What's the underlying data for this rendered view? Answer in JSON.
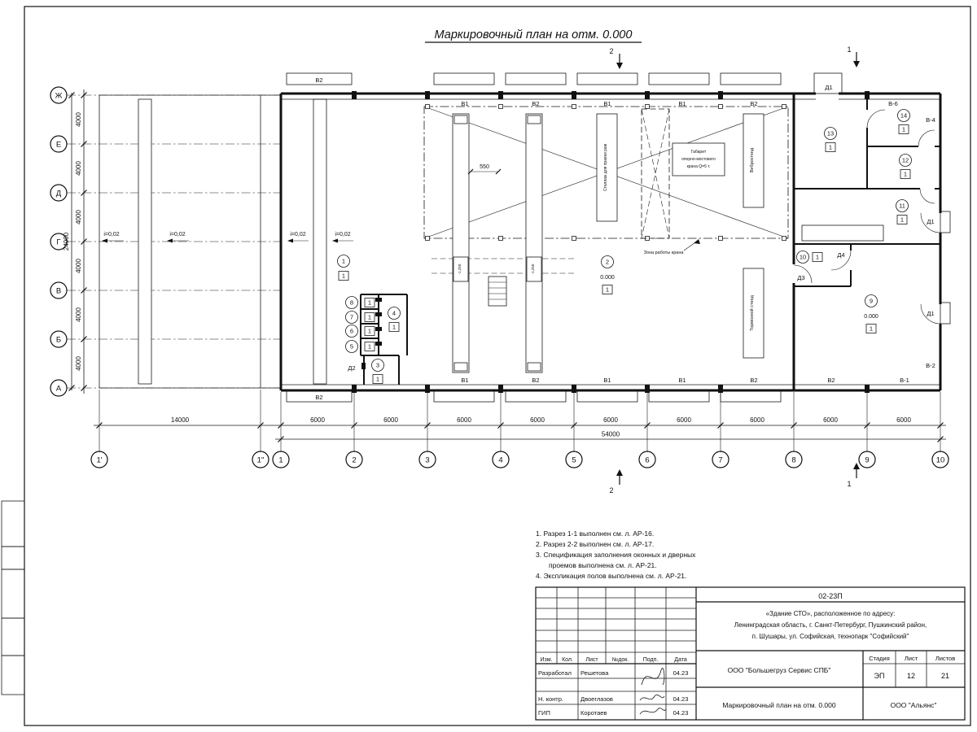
{
  "sheet": {
    "title": "Маркировочный план на отм. 0.000"
  },
  "axes": {
    "rows": [
      "Ж",
      "Е",
      "Д",
      "Г",
      "В",
      "Б",
      "А"
    ],
    "cols": [
      "1'",
      "1\"",
      "1",
      "2",
      "3",
      "4",
      "5",
      "6",
      "7",
      "8",
      "9",
      "10"
    ]
  },
  "dims": {
    "seg_v": "4000",
    "total_v": "24000",
    "seg_h1": "14000",
    "seg_h": "6000",
    "total_h": "54000",
    "pit": "550"
  },
  "slope_label": "i=0,02",
  "pit_depth": "-1,250",
  "elevation": "0.000",
  "floor_mark": "1",
  "rooms": [
    "1",
    "2",
    "3",
    "4",
    "5",
    "6",
    "7",
    "8",
    "9",
    "10",
    "11",
    "12",
    "13",
    "14"
  ],
  "openings": {
    "top": [
      "В1",
      "В2",
      "В1",
      "В1",
      "В2"
    ],
    "bottom": [
      "В1",
      "В2",
      "В1",
      "В1",
      "В2"
    ],
    "gate_left_top": "В2",
    "gate_left_bottom": "В2",
    "gate_right_bottom": "В2",
    "v1": "В-1",
    "v2": "В-2",
    "v4": "В-4",
    "v6": "В-6"
  },
  "doors": {
    "d1": "Д1",
    "d2": "Д2",
    "d3": "Д3",
    "d4": "Д4"
  },
  "equipment": {
    "rack": "Стеллаж для правки рам",
    "vibro": "Вибростенд",
    "brake": "Тормозной стенд",
    "crane_zone": "Зона работы крана",
    "crane_box": [
      "Габарит",
      "опорно-мостового",
      "крана Q=5 т."
    ]
  },
  "sections": {
    "s1": "1",
    "s2": "2"
  },
  "notes": [
    "1. Разрез 1-1 выполнен см. л. АР-16.",
    "2. Разрез 2-2 выполнен см. л. АР-17.",
    "3. Спецификация заполнения оконных и дверных",
    "проемов выполнена см. л. АР-21.",
    "4. Экспликация полов выполнена см. л. АР-21."
  ],
  "titleblock": {
    "code": "02-23П",
    "project": [
      "«Здание СТО», расположенное по адресу:",
      "Ленинградская область, г. Санкт-Петербург, Пушкинский район,",
      "п. Шушары, ул. Софийская, технопарк \"Софийский\""
    ],
    "columns": [
      "Изм.",
      "Кол.",
      "Лист",
      "№док.",
      "Подп.",
      "Дата"
    ],
    "signers": [
      {
        "role": "Разработал",
        "name": "Решетова",
        "date": "04.23"
      },
      {
        "role": "Н. контр.",
        "name": "Двоеглазов",
        "date": "04.23"
      },
      {
        "role": "ГИП",
        "name": "Коротаев",
        "date": "04.23"
      }
    ],
    "contractor": "ООО \"Большегруз Сервис СПБ\"",
    "stage_label": "Стадия",
    "sheet_label": "Лист",
    "sheets_label": "Листов",
    "stage": "ЭП",
    "sheet": "12",
    "sheets": "21",
    "doc_title": "Маркировочный план на отм. 0.000",
    "org": "ООО \"Альянс\""
  }
}
